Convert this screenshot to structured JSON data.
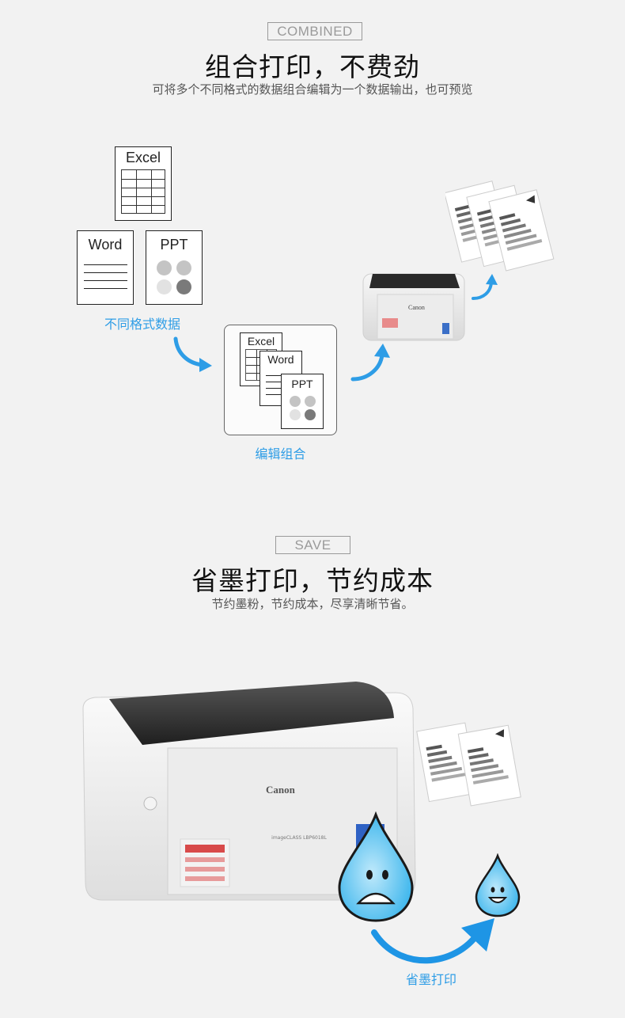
{
  "section1": {
    "tag": "COMBINED",
    "title": "组合打印，不费劲",
    "subtitle": "可将多个不同格式的数据组合编辑为一个数据输出，也可预览",
    "docs": {
      "excel": "Excel",
      "word": "Word",
      "ppt": "PPT"
    },
    "caption_left": "不同格式数据",
    "caption_combo": "编辑组合",
    "combo_docs": {
      "excel": "Excel",
      "word": "Word",
      "ppt": "PPT"
    },
    "printer_brand": "Canon"
  },
  "section2": {
    "tag": "SAVE",
    "title": "省墨打印，节约成本",
    "subtitle": "节约墨粉，节约成本，尽享清晰节省。",
    "printer_brand": "Canon",
    "printer_model": "imageCLASS LBP6018L",
    "caption": "省墨打印"
  },
  "colors": {
    "accent_blue": "#2e9de6",
    "drop_blue": "#5ec3f2",
    "printer_lid": "#2a2a2a",
    "printer_body": "#e9e9e9"
  },
  "icons": [
    "curved-arrow-icon",
    "water-drop-sad-icon",
    "water-drop-happy-icon",
    "printer-icon",
    "printed-pages-icon"
  ]
}
